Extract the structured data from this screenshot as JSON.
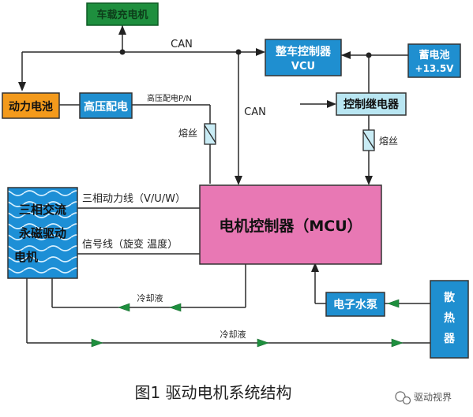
{
  "caption": "图1 驱动电机系统结构",
  "watermark": "驱动视界",
  "watermark_icon": "chat-bubble-icon",
  "colors": {
    "green": "#1e8f3e",
    "blue": "#1f8fd0",
    "orange": "#f39a1c",
    "light_blue": "#b9e6f2",
    "pink": "#e878b4",
    "dark": "#2a2a2a"
  },
  "nodes": {
    "charger": "车载充电机",
    "power_battery": "动力电池",
    "hv_distribution": "高压配电",
    "vcu_line1": "整车控制器",
    "vcu_line2": "VCU",
    "battery_line1": "蓄电池",
    "battery_line2": "+13.5V",
    "control_relay": "控制继电器",
    "motor_line1": "三相交流",
    "motor_line2": "永磁驱动",
    "motor_line3": "电机",
    "mcu": "电机控制器（MCU）",
    "water_pump": "电子水泵",
    "radiator_1": "散",
    "radiator_2": "热",
    "radiator_3": "器"
  },
  "labels": {
    "can_top": "CAN",
    "can_mid": "CAN",
    "hv_pn": "高压配电P/N",
    "fuse_left": "熔丝",
    "fuse_right": "熔丝",
    "three_phase": "三相动力线（V/U/W）",
    "signal_line": "信号线（旋变 温度）",
    "coolant_1": "冷却液",
    "coolant_2": "冷却液"
  }
}
